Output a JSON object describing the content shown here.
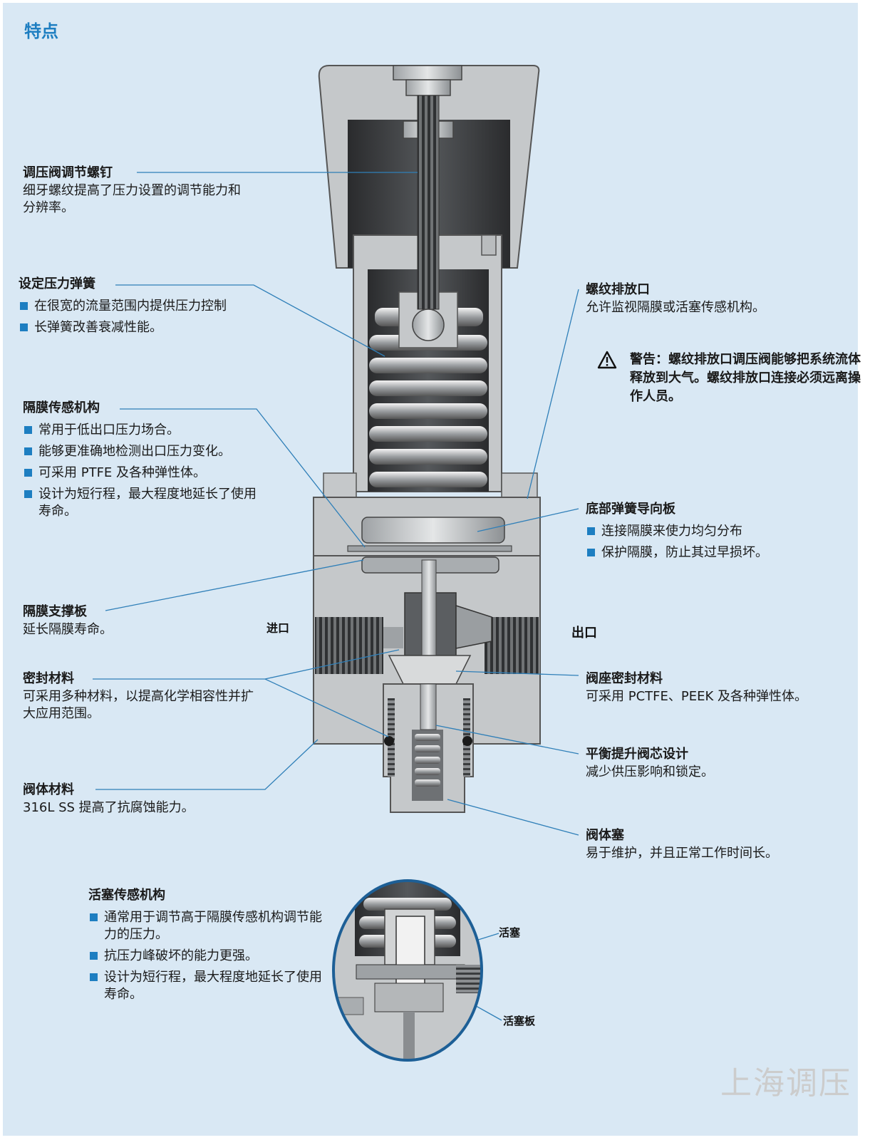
{
  "title": "特点",
  "callouts": {
    "adjust_screw": {
      "head": "调压阀调节螺钉",
      "desc": "细牙螺纹提高了压力设置的调节能力和分辨率。"
    },
    "spring": {
      "head": "设定压力弹簧",
      "bullets": [
        "在很宽的流量范围内提供压力控制",
        "长弹簧改善衰减性能。"
      ]
    },
    "diaphragm_sensing": {
      "head": "隔膜传感机构",
      "bullets": [
        "常用于低出口压力场合。",
        "能够更准确地检测出口压力变化。",
        "可采用 PTFE 及各种弹性体。",
        "设计为短行程，最大程度地延长了使用寿命。"
      ]
    },
    "diaphragm_support": {
      "head": "隔膜支撑板",
      "desc": "延长隔膜寿命。"
    },
    "seal_material": {
      "head": "密封材料",
      "desc": "可采用多种材料，以提高化学相容性并扩大应用范围。"
    },
    "body_material": {
      "head": "阀体材料",
      "desc": "316L SS 提高了抗腐蚀能力。"
    },
    "vent_port": {
      "head": "螺纹排放口",
      "desc": "允许监视隔膜或活塞传感机构。"
    },
    "warning": {
      "text": "警告：螺纹排放口调压阀能够把系统流体释放到大气。螺纹排放口连接必须远离操作人员。"
    },
    "bottom_guide": {
      "head": "底部弹簧导向板",
      "bullets": [
        "连接隔膜来使力均匀分布",
        "保护隔膜，防止其过早损坏。"
      ]
    },
    "seat_seal": {
      "head": "阀座密封材料",
      "desc": "可采用 PCTFE、PEEK 及各种弹性体。"
    },
    "poppet": {
      "head": "平衡提升阀芯设计",
      "desc": "减少供压影响和锁定。"
    },
    "body_plug": {
      "head": "阀体塞",
      "desc": "易于维护，并且正常工作时间长。"
    },
    "piston_sensing": {
      "head": "活塞传感机构",
      "bullets": [
        "通常用于调节高于隔膜传感机构调节能力的压力。",
        "抗压力峰破坏的能力更强。",
        "设计为短行程，最大程度地延长了使用寿命。"
      ]
    }
  },
  "labels": {
    "inlet": "进口",
    "outlet": "出口",
    "piston": "活塞",
    "piston_plate": "活塞板"
  },
  "watermark": "上海调压",
  "colors": {
    "accent": "#1d7ec1",
    "panel": "#d9e8f4",
    "metal": "#c4c7c9",
    "dark": "#3a3c3e",
    "line": "#2f7fb8"
  }
}
